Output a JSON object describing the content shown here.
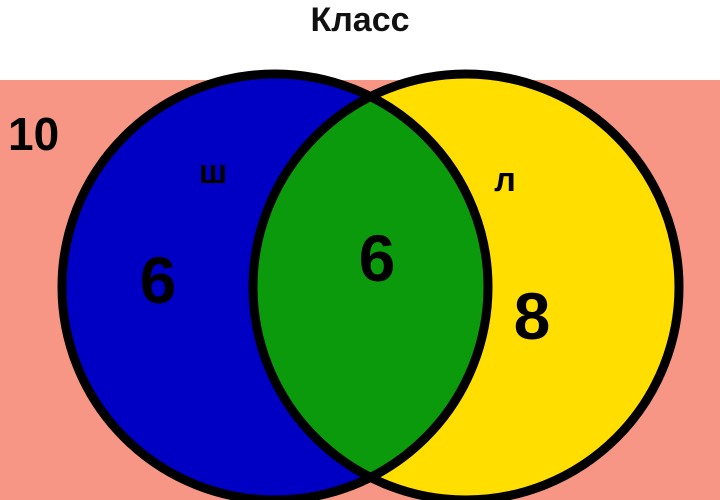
{
  "title": "Класс",
  "colors": {
    "universe": "#F79684",
    "set_a": "#0000C4",
    "set_b": "#FFDE00",
    "intersection": "#0B9A0B",
    "outline": "#000000"
  },
  "diagram": {
    "outside_count": "10",
    "set_a": {
      "label": "ш",
      "count": "6"
    },
    "set_b": {
      "label": "л",
      "count": "8"
    },
    "intersection_count": "6"
  }
}
